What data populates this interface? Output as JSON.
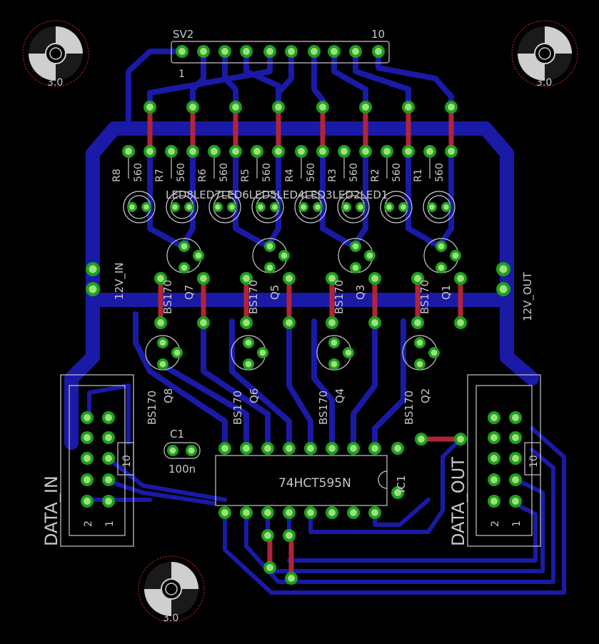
{
  "title": "",
  "colors": {
    "background": "#000000",
    "trace_bottom": "#1a1aa6",
    "trace_top": "#b0243a",
    "pad": "#1f9e1f",
    "silkscreen": "#c8c8c8",
    "hole_outline": "#cc2a2a"
  },
  "header": {
    "name": "SV2",
    "pin1": "1",
    "pin10": "10"
  },
  "resistors": [
    {
      "name": "R8",
      "value": "560"
    },
    {
      "name": "R7",
      "value": "560"
    },
    {
      "name": "R6",
      "value": "560"
    },
    {
      "name": "R5",
      "value": "560"
    },
    {
      "name": "R4",
      "value": "560"
    },
    {
      "name": "R3",
      "value": "560"
    },
    {
      "name": "R2",
      "value": "560"
    },
    {
      "name": "R1",
      "value": "560"
    }
  ],
  "leds": [
    "LED8",
    "LED7",
    "LED6",
    "LED5",
    "LED4",
    "LED3",
    "LED2",
    "LED1"
  ],
  "led_label_row": "LED8LED7LED6LED5LED4LED3LED2LED1",
  "transistors_top": [
    {
      "name": "Q7",
      "part": "BS170"
    },
    {
      "name": "Q5",
      "part": "BS170"
    },
    {
      "name": "Q3",
      "part": "BS170"
    },
    {
      "name": "Q1",
      "part": "BS170"
    }
  ],
  "transistors_bottom": [
    {
      "name": "Q8",
      "part": "BS170"
    },
    {
      "name": "Q6",
      "part": "BS170"
    },
    {
      "name": "Q4",
      "part": "BS170"
    },
    {
      "name": "Q2",
      "part": "BS170"
    }
  ],
  "power_in": "12V_IN",
  "power_out": "12V_OUT",
  "data_in": {
    "label": "DATA_IN",
    "pin2": "2",
    "pin1": "1",
    "pin10": "10"
  },
  "data_out": {
    "label": "DATA_OUT",
    "pin2": "2",
    "pin1": "1",
    "pin10": "10"
  },
  "ic": {
    "name": "IC1",
    "part": "74HCT595N"
  },
  "capacitor": {
    "name": "C1",
    "value": "100n"
  },
  "mounting_holes": [
    "3.0",
    "3.0",
    "3.0"
  ]
}
